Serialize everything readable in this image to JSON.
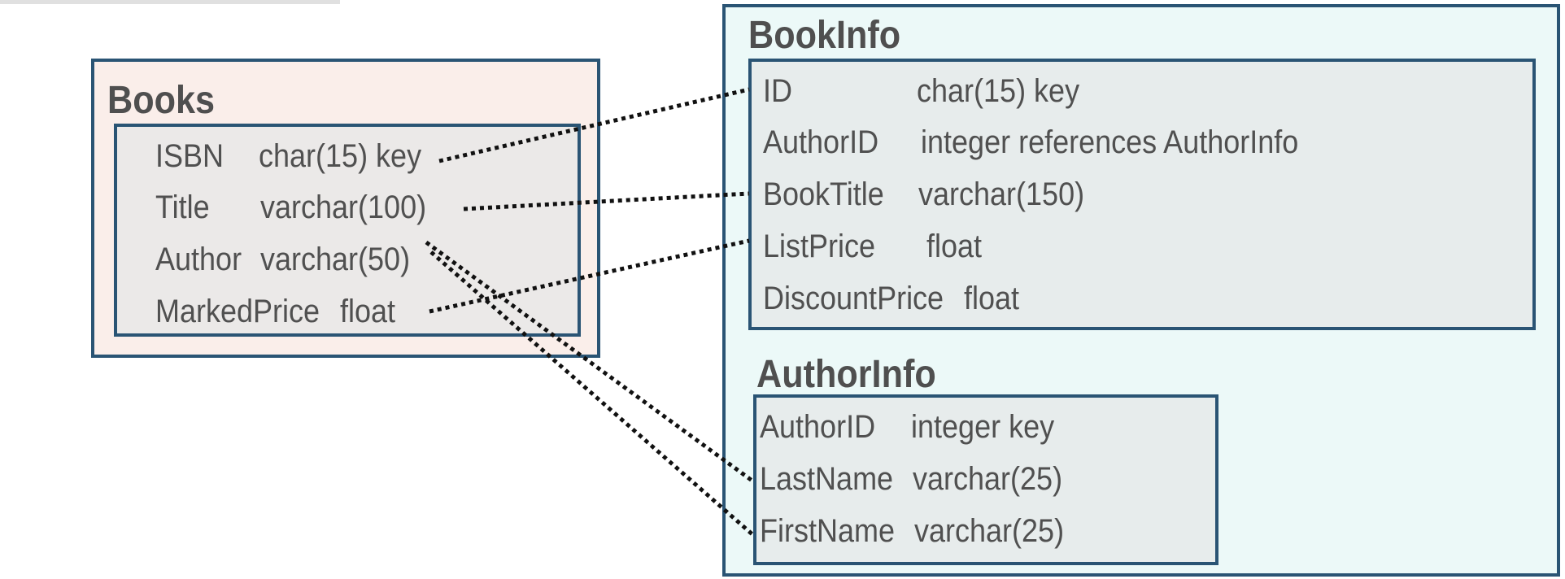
{
  "diagram": {
    "books": {
      "title": "Books",
      "fields": [
        {
          "name": "ISBN",
          "type": "char(15) key"
        },
        {
          "name": "Title",
          "type": "varchar(100)"
        },
        {
          "name": "Author",
          "type": "varchar(50)"
        },
        {
          "name": "MarkedPrice",
          "type": "float"
        }
      ]
    },
    "bookinfo": {
      "title": "BookInfo",
      "fields": [
        {
          "name": "ID",
          "type": "char(15) key"
        },
        {
          "name": "AuthorID",
          "type": "integer references AuthorInfo"
        },
        {
          "name": "BookTitle",
          "type": "varchar(150)"
        },
        {
          "name": "ListPrice",
          "type": "float"
        },
        {
          "name": "DiscountPrice",
          "type": "float"
        }
      ]
    },
    "authorinfo": {
      "title": "AuthorInfo",
      "fields": [
        {
          "name": "AuthorID",
          "type": "integer  key"
        },
        {
          "name": "LastName",
          "type": "varchar(25)"
        },
        {
          "name": "FirstName",
          "type": "varchar(25)"
        }
      ]
    },
    "mappings": [
      {
        "from": "Books.ISBN",
        "to": "BookInfo.ID"
      },
      {
        "from": "Books.Title",
        "to": "BookInfo.BookTitle"
      },
      {
        "from": "Books.MarkedPrice",
        "to": "BookInfo.ListPrice"
      },
      {
        "from": "Books.Author",
        "to": "AuthorInfo.LastName"
      },
      {
        "from": "Books.Author",
        "to": "AuthorInfo.FirstName"
      }
    ]
  }
}
